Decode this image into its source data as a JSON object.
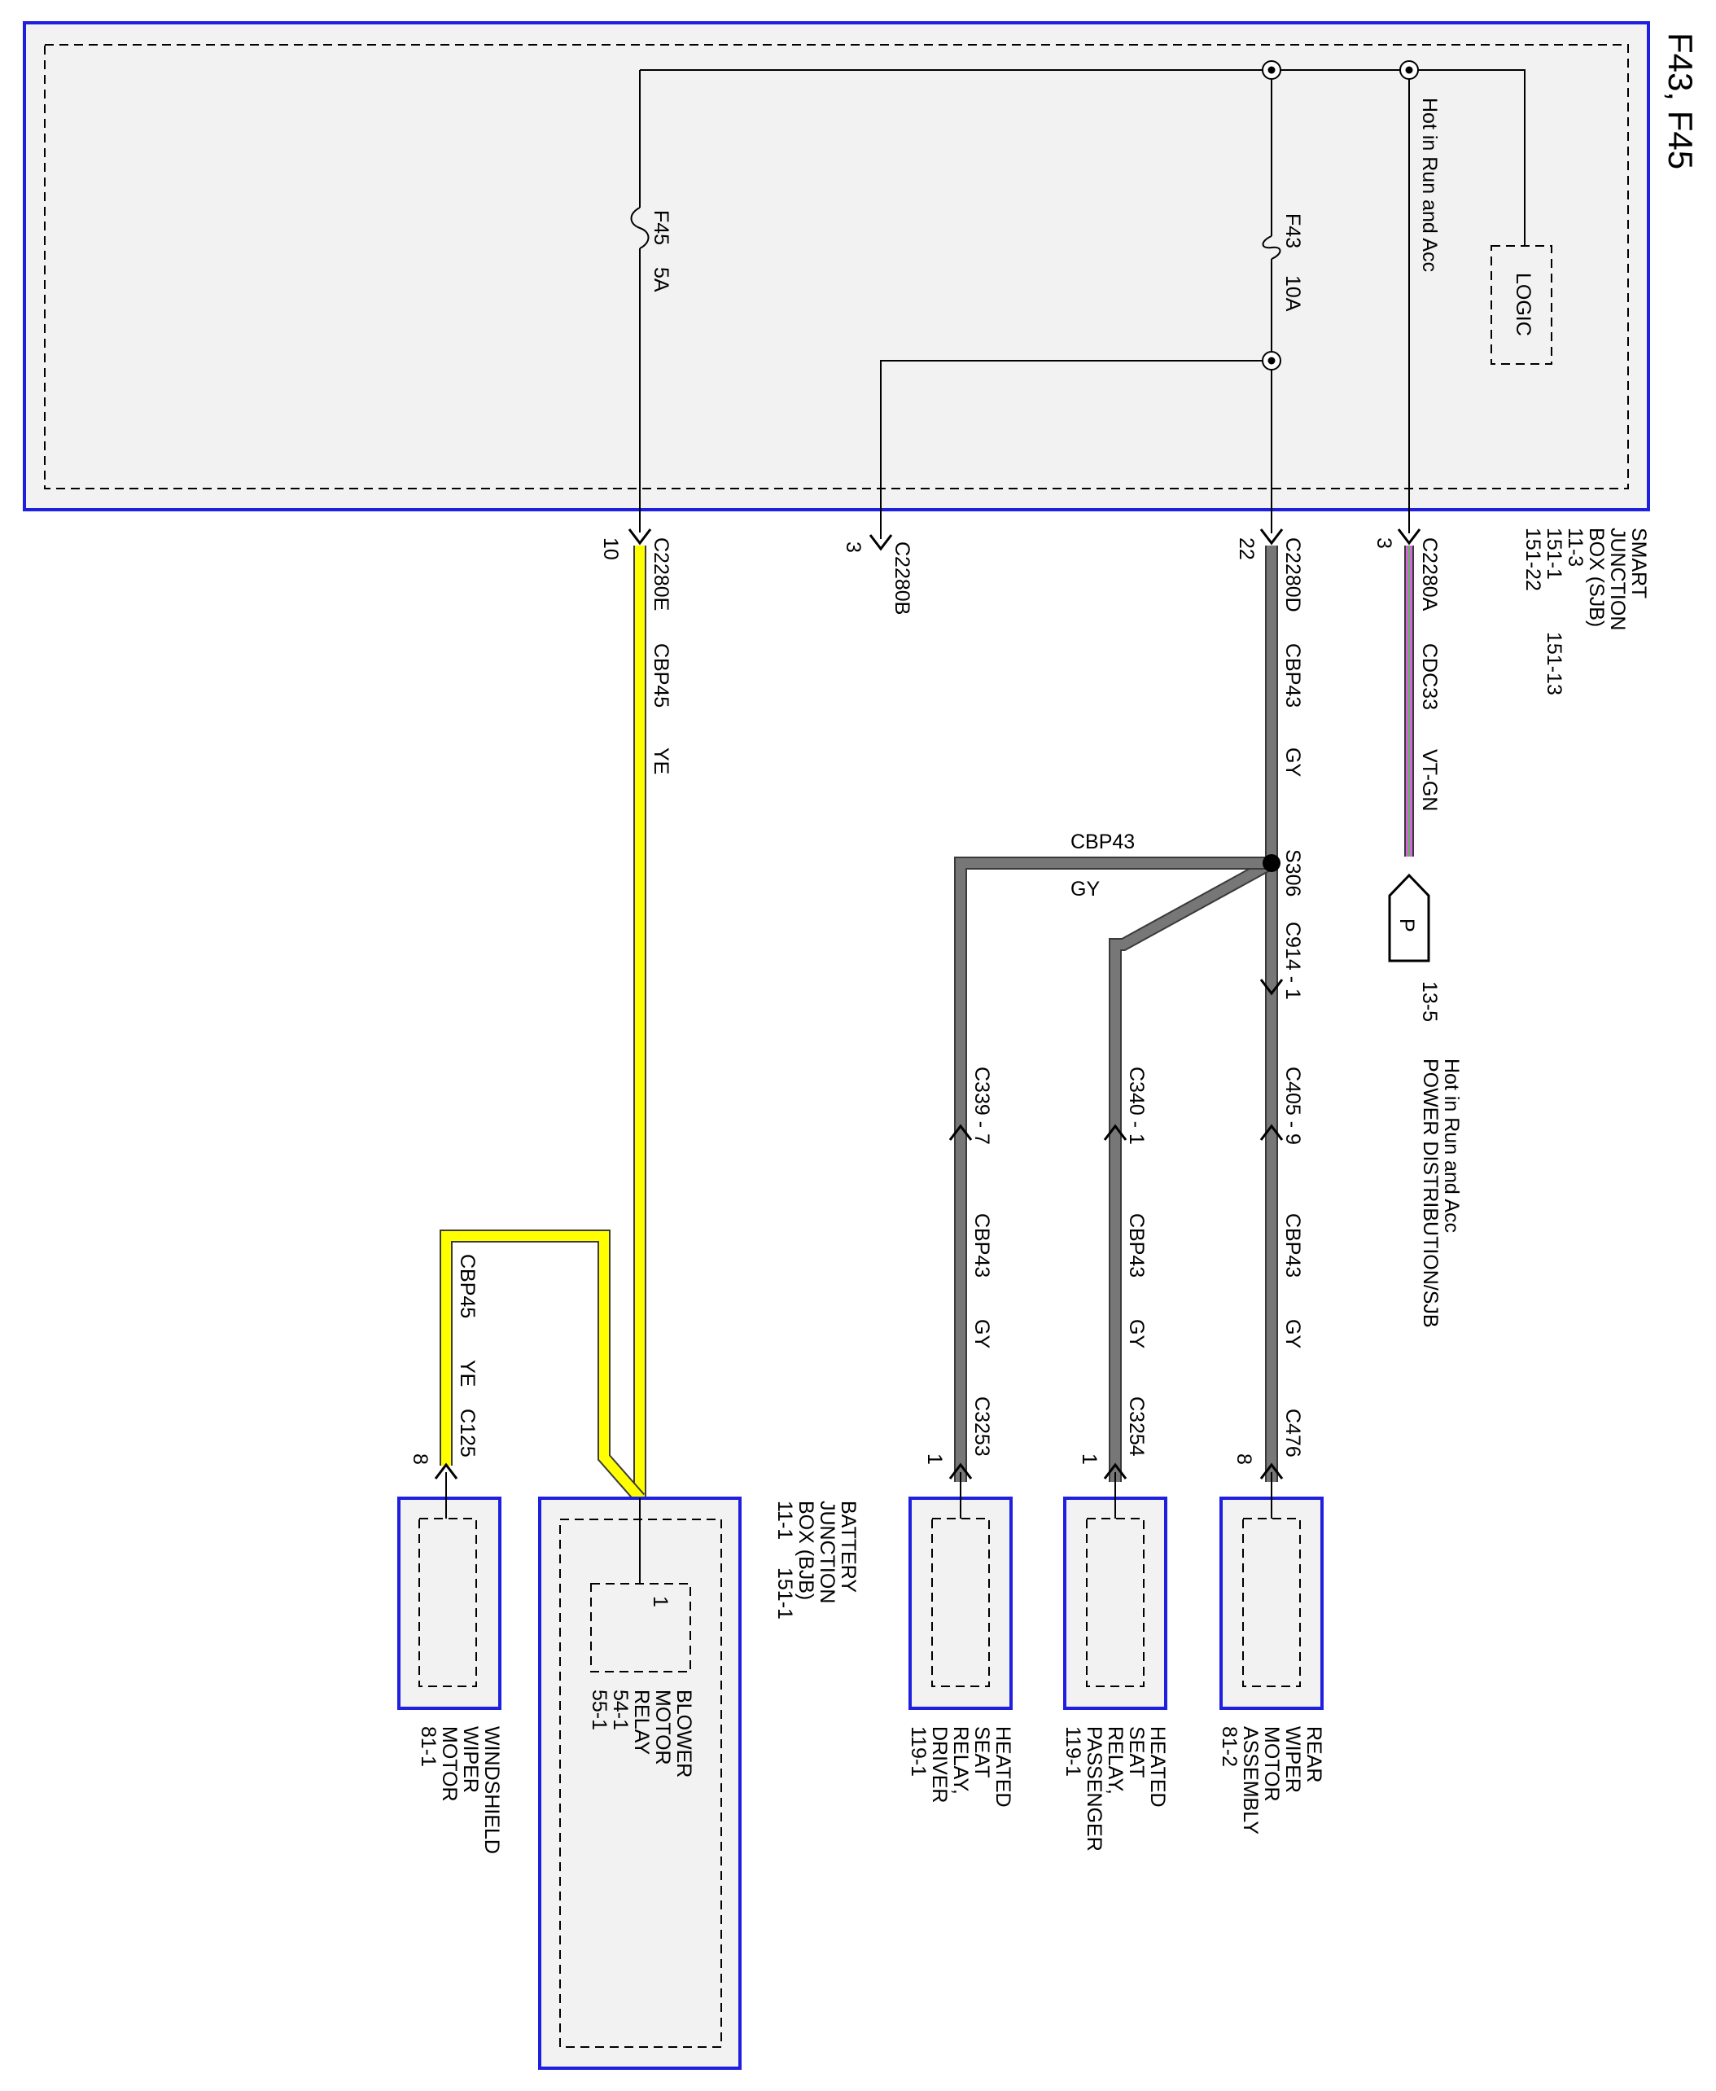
{
  "title": "F43, F45",
  "sjb": {
    "name_lines": [
      "SMART",
      "JUNCTION",
      "BOX (SJB)",
      "11-3",
      "151-1",
      "151-22"
    ],
    "ref_right": "151-13",
    "logic": "LOGIC",
    "hot_run_acc": "Hot in Run and Acc",
    "fuse_f43": [
      "F43",
      "10A"
    ],
    "fuse_f45": [
      "F45",
      "5A"
    ]
  },
  "connectors": {
    "c2280a": {
      "name": "C2280A",
      "pin": "3"
    },
    "c2280d": {
      "name": "C2280D",
      "pin": "22"
    },
    "c2280b": {
      "name": "C2280B",
      "pin": "3"
    },
    "c2280e": {
      "name": "C2280E",
      "pin": "10"
    }
  },
  "wires": {
    "cdc33": {
      "circuit": "CDC33",
      "color": "VT-GN"
    },
    "cbp43": {
      "circuit": "CBP43",
      "color": "GY"
    },
    "cbp45": {
      "circuit": "CBP45",
      "color": "YE"
    }
  },
  "power_dist": {
    "symbol": "P",
    "ref": "13-5",
    "line1": "Hot in Run and Acc",
    "line2": "POWER DISTRIBUTION/SJB"
  },
  "splice": {
    "name": "S306",
    "label_circuit": "CBP43",
    "label_color": "GY"
  },
  "inline": {
    "c914": "C914 - 1",
    "c405": "C405 - 9",
    "c340": "C340 - 1",
    "c339": "C339 - 7",
    "c476": {
      "name": "C476",
      "pin": "8"
    },
    "c3254": {
      "name": "C3254",
      "pin": "1"
    },
    "c3253": {
      "name": "C3253",
      "pin": "1"
    },
    "c125": {
      "name": "C125",
      "pin": "8"
    }
  },
  "components": {
    "rear_wiper": [
      "REAR",
      "WIPER",
      "MOTOR",
      "ASSEMBLY",
      "81-2"
    ],
    "hs_passenger": [
      "HEATED",
      "SEAT",
      "RELAY,",
      "PASSENGER",
      "119-1"
    ],
    "hs_driver": [
      "HEATED",
      "SEAT",
      "RELAY,",
      "DRIVER",
      "119-1"
    ],
    "bjb": [
      "BATTERY",
      "JUNCTION",
      "BOX (BJB)",
      "11-1"
    ],
    "bjb_ref": "151-1",
    "blower_relay": [
      "BLOWER",
      "MOTOR",
      "RELAY",
      "54-1",
      "55-1"
    ],
    "blower_relay_pin": "1",
    "windshield_wiper": [
      "WINDSHIELD",
      "WIPER",
      "MOTOR",
      "81-1"
    ]
  },
  "colors": {
    "box_border": "#1f1fe0",
    "box_fill": "#f2f2f2",
    "gy": "#777777",
    "ye": "#ffff00",
    "vt": "#d566d8",
    "gn": "#5cb85c"
  }
}
